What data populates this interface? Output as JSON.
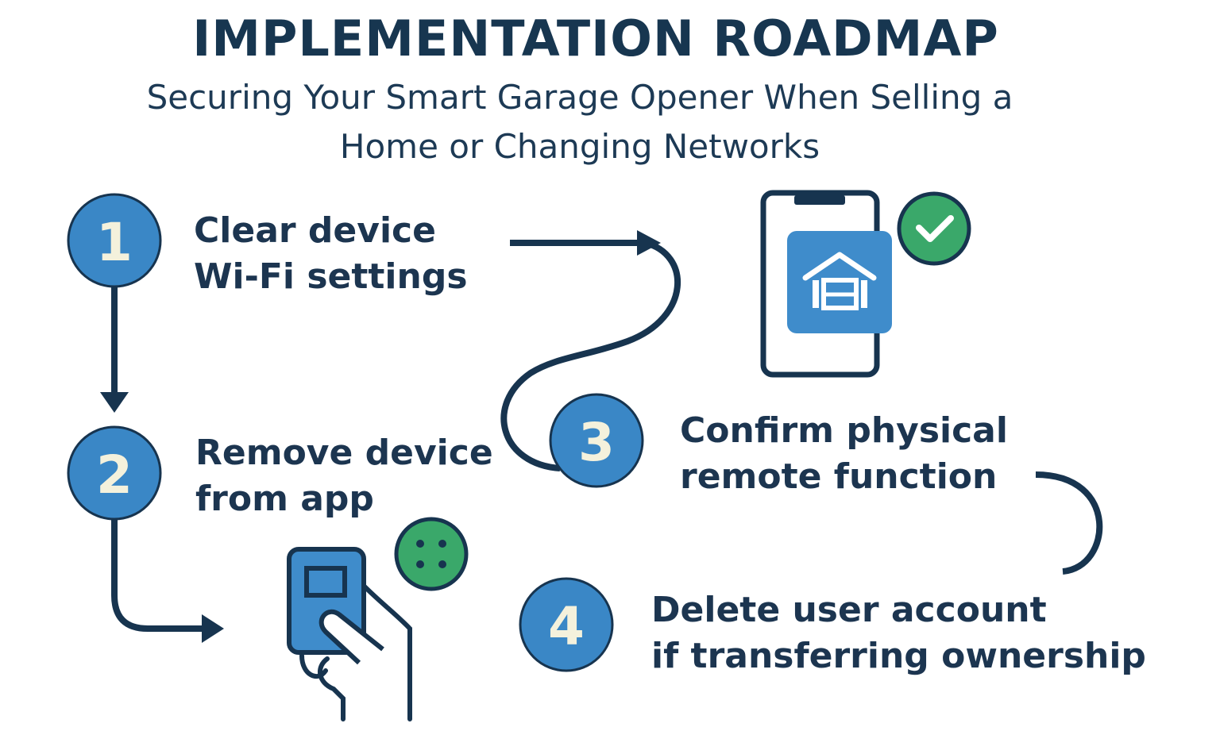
{
  "header": {
    "title": "IMPLEMENTATION ROADMAP",
    "subtitle": "Securing Your Smart Garage Opener When Selling a Home or Changing Networks"
  },
  "steps": [
    {
      "number": "1",
      "line1": "Clear device",
      "line2": "Wi-Fi settings"
    },
    {
      "number": "2",
      "line1": "Remove device",
      "line2": "from app"
    },
    {
      "number": "3",
      "line1": "Confirm physical",
      "line2": "remote function"
    },
    {
      "number": "4",
      "line1": "Delete user account",
      "line2": "if transferring ownership"
    }
  ],
  "colors": {
    "navy": "#17344f",
    "step_blue": "#3a87c6",
    "numeral": "#f4f1dc",
    "app_blue": "#3f8ccb",
    "green": "#3aa86a"
  },
  "icons": {
    "phone": "smartphone-icon",
    "app": "garage-door-app-icon",
    "check": "checkmark-icon",
    "remote": "garage-remote-icon",
    "hand": "hand-icon",
    "buttons": "green-button-icon"
  }
}
